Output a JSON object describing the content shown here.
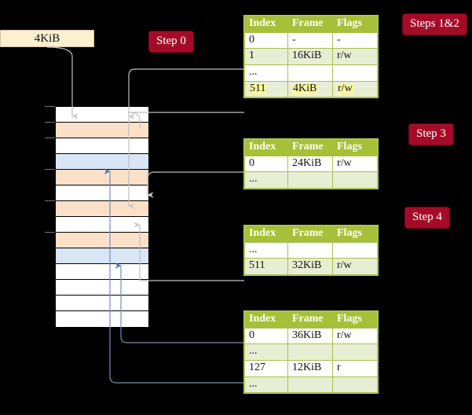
{
  "diagram": {
    "title_pill_steps12": "Steps 1&2",
    "title_pill_step3": "Step 3",
    "title_pill_step4": "Step 4",
    "title_pill_step0": "Step 0",
    "page_box_label": "4KiB"
  },
  "colors": {
    "pill_bg": "#a50b28",
    "pill_text": "#ffffff",
    "table_header_bg": "#a6c037",
    "table_header_text": "#ffffff",
    "table_alt_row_bg": "#e8eed3",
    "table_border": "#aabf52",
    "highlight_yellow": "#fbf8a0",
    "page_box_bg": "#fdf0d0",
    "memory_orange": "#fde0c8",
    "memory_blue": "#d8e6f6",
    "memory_white": "#ffffff",
    "wire_gray": "#bfbfbf",
    "wire_blue": "#6f8fbf",
    "background": "#000000"
  },
  "tables": [
    {
      "name": "level4-table",
      "columns": [
        "Index",
        "Frame",
        "Flags"
      ],
      "rows": [
        {
          "index": "0",
          "frame": "-",
          "flags": "-",
          "shade": "plain",
          "highlight": false
        },
        {
          "index": "1",
          "frame": "16KiB",
          "flags": "r/w",
          "shade": "alt",
          "highlight": false
        },
        {
          "index": "...",
          "frame": "",
          "flags": "",
          "shade": "plain",
          "highlight": false
        },
        {
          "index": "511",
          "frame": "4KiB",
          "flags": "r/w",
          "shade": "alt",
          "highlight": true
        }
      ]
    },
    {
      "name": "level3-table",
      "columns": [
        "Index",
        "Frame",
        "Flags"
      ],
      "rows": [
        {
          "index": "0",
          "frame": "24KiB",
          "flags": "r/w",
          "shade": "plain",
          "highlight": false
        },
        {
          "index": "...",
          "frame": "",
          "flags": "",
          "shade": "alt",
          "highlight": false
        }
      ]
    },
    {
      "name": "level2-table",
      "columns": [
        "Index",
        "Frame",
        "Flags"
      ],
      "rows": [
        {
          "index": "...",
          "frame": "",
          "flags": "",
          "shade": "plain",
          "highlight": false
        },
        {
          "index": "511",
          "frame": "32KiB",
          "flags": "r/w",
          "shade": "alt",
          "highlight": false
        }
      ]
    },
    {
      "name": "level1-table",
      "columns": [
        "Index",
        "Frame",
        "Flags"
      ],
      "rows": [
        {
          "index": "0",
          "frame": "36KiB",
          "flags": "r/w",
          "shade": "plain",
          "highlight": false
        },
        {
          "index": "...",
          "frame": "",
          "flags": "",
          "shade": "alt",
          "highlight": false
        },
        {
          "index": "127",
          "frame": "12KiB",
          "flags": "r",
          "shade": "plain",
          "highlight": false
        },
        {
          "index": "...",
          "frame": "",
          "flags": "",
          "shade": "alt",
          "highlight": false
        }
      ]
    }
  ],
  "memory_column": {
    "name": "physical-memory-column",
    "rows": [
      {
        "fill": "white"
      },
      {
        "fill": "orange"
      },
      {
        "fill": "white"
      },
      {
        "fill": "blue"
      },
      {
        "fill": "orange"
      },
      {
        "fill": "white"
      },
      {
        "fill": "orange"
      },
      {
        "fill": "white"
      },
      {
        "fill": "orange"
      },
      {
        "fill": "blue"
      },
      {
        "fill": "white"
      },
      {
        "fill": "white"
      },
      {
        "fill": "white"
      },
      {
        "fill": "white"
      }
    ],
    "tick_rows": [
      0,
      1,
      2,
      4,
      6,
      8
    ]
  }
}
